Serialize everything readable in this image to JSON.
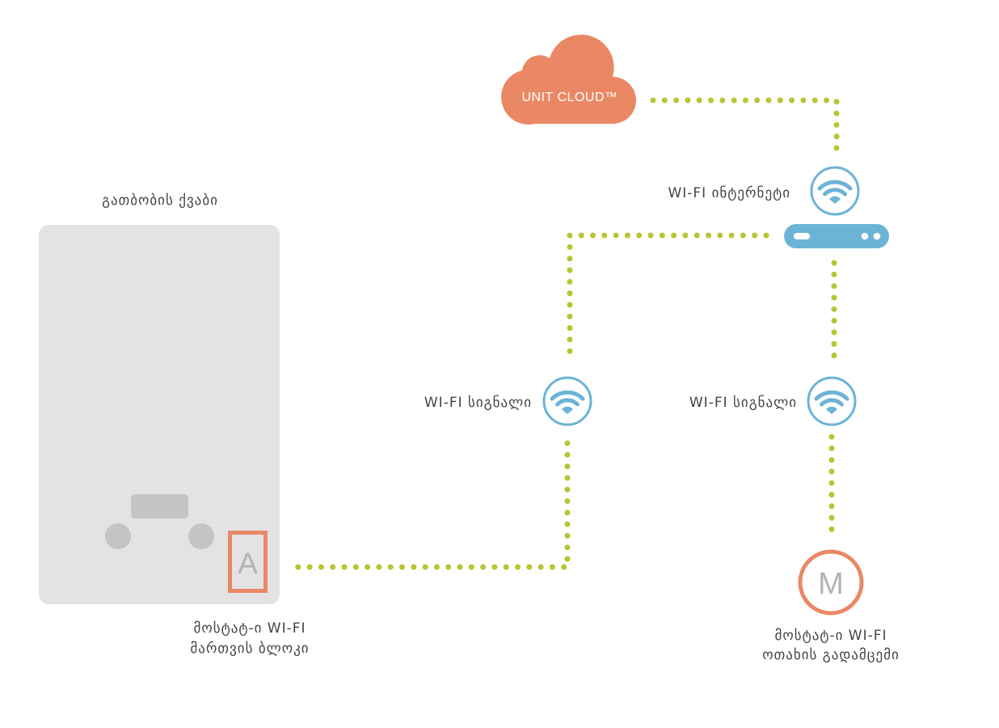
{
  "colors": {
    "dots": "#b8c531",
    "cloud": "#ea8865",
    "wifi": "#6cb4d6",
    "router": "#6cb4d6",
    "boiler": "#e3e3e3",
    "boiler_parts": "#c4c4c4",
    "module_stroke": "#ea8865",
    "module_letter": "#b3b3b3",
    "text": "#444444"
  },
  "cloud": {
    "label": "UNIT CLOUD™"
  },
  "router": {
    "label": "WI-FI ინტერნეტი"
  },
  "signal_left": {
    "label": "WI-FI სიგნალი"
  },
  "signal_right": {
    "label": "WI-FI სიგნალი"
  },
  "boiler": {
    "label": "გათბობის ქვაბი"
  },
  "control_unit": {
    "letter": "A",
    "label_line1": "მოსტატ-ი WI-FI",
    "label_line2": "მართვის ბლოკი"
  },
  "room_transmitter": {
    "letter": "M",
    "label_line1": "მოსტატ-ი WI-FI",
    "label_line2": "ოთახის გადამცემი"
  }
}
